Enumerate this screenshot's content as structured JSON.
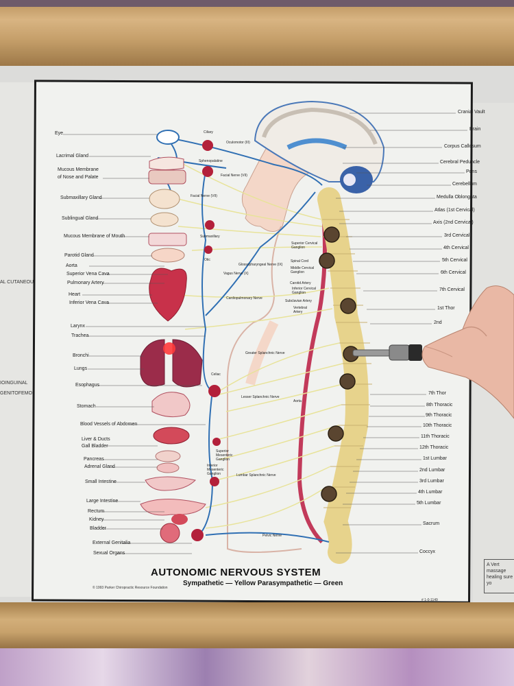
{
  "poster": {
    "title": "AUTONOMIC NERVOUS SYSTEM",
    "subtitle": "Sympathetic — Yellow   Parasympathetic — Green",
    "copyright": "© 1993 Parker Chiropractic Resource Foundation",
    "catalog": "# 1-0-1149"
  },
  "left_labels": [
    "Eye",
    "Lacrimal Gland",
    "Mucous Membrane",
    "of Nose and Palate",
    "Submaxillary Gland",
    "Sublingual Gland",
    "Mucous Membrane of Mouth",
    "Parotid Gland",
    "Aorta",
    "Superior Vena Cava",
    "Pulmonary Artery",
    "Heart",
    "Inferior Vena Cava",
    "Larynx",
    "Trachea",
    "Bronchi",
    "Lungs",
    "Esophagus",
    "Stomach",
    "Blood Vessels of Abdomen",
    "Liver & Ducts",
    "Gall Bladder",
    "Pancreas",
    "Adrenal Gland",
    "Small Intestine",
    "Large Intestine",
    "Rectum",
    "Kidney",
    "Bladder",
    "External Genitalia",
    "Sexual Organs"
  ],
  "right_labels": [
    "Cranial Vault",
    "Brain",
    "Corpus Callosum",
    "Cerebral Peduncle",
    "Pons",
    "Cerebellum",
    "Medulla Oblongata",
    "Atlas (1st Cervical)",
    "Axis (2nd Cervical)",
    "3rd Cervical",
    "4th Cervical",
    "5th Cervical",
    "6th Cervical",
    "7th Cervical",
    "1st Thor",
    "2nd",
    "7th Thor",
    "8th Thoracic",
    "9th Thoracic",
    "10th Thoracic",
    "11th Thoracic",
    "12th Thoracic",
    "1st Lumbar",
    "2nd Lumbar",
    "3rd Lumbar",
    "4th Lumbar",
    "5th Lumbar",
    "Sacrum",
    "Coccyx"
  ],
  "inner_labels": [
    "Ciliary",
    "Oculomotor (III)",
    "Sphenopalatine",
    "Facial Nerve (VII)",
    "Facial Nerve (VII)",
    "Submaxillary",
    "Otic",
    "Glossopharyngeal Nerve (IX)",
    "Vagus Nerve (X)",
    "Superior Cervical Ganglion",
    "Spinal Cord",
    "Middle Cervical Ganglion",
    "Carotid Artery",
    "Inferior Cervical Ganglion",
    "Subclavian Artery",
    "Vertebral Artery",
    "Cardiopulmonary Nerve",
    "Greater Splanchnic Nerve",
    "Celiac",
    "Lesser Splanchnic Nerve",
    "Aorta",
    "Superior Mesenteric Ganglion",
    "Inferior Mesenteric Ganglion",
    "Lumbar Splanchnic Nerve",
    "Pelvic Nerve"
  ],
  "side_text": {
    "left": [
      "AL CUTANEOUS",
      "IOINGUINAL",
      "GENITOFEMORAL"
    ],
    "right_box": "A Vert massage healing sure yo"
  },
  "colors": {
    "sympathetic": "#e8e39a",
    "parasympathetic": "#2f6fb3",
    "frame_wood": "#c9a36e",
    "spine": "#e7d38c",
    "spinal_cord": "#c23a5a"
  }
}
